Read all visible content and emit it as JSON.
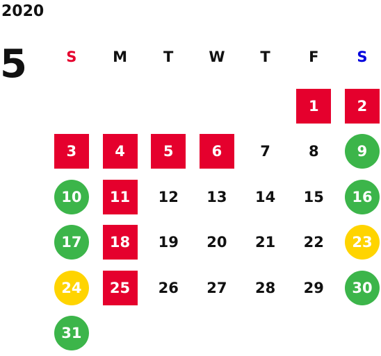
{
  "calendar": {
    "year": "2020",
    "month": "5",
    "weekdays": [
      {
        "label": "S",
        "color": "#e5002d"
      },
      {
        "label": "M",
        "color": "#111111"
      },
      {
        "label": "T",
        "color": "#111111"
      },
      {
        "label": "W",
        "color": "#111111"
      },
      {
        "label": "T",
        "color": "#111111"
      },
      {
        "label": "F",
        "color": "#111111"
      },
      {
        "label": "S",
        "color": "#0000dd"
      }
    ],
    "first_weekday_index": 5,
    "days": [
      {
        "label": "1",
        "style": "red"
      },
      {
        "label": "2",
        "style": "red"
      },
      {
        "label": "3",
        "style": "red"
      },
      {
        "label": "4",
        "style": "red"
      },
      {
        "label": "5",
        "style": "red"
      },
      {
        "label": "6",
        "style": "red"
      },
      {
        "label": "7",
        "style": "plain"
      },
      {
        "label": "8",
        "style": "plain"
      },
      {
        "label": "9",
        "style": "green"
      },
      {
        "label": "10",
        "style": "green"
      },
      {
        "label": "11",
        "style": "red"
      },
      {
        "label": "12",
        "style": "plain"
      },
      {
        "label": "13",
        "style": "plain"
      },
      {
        "label": "14",
        "style": "plain"
      },
      {
        "label": "15",
        "style": "plain"
      },
      {
        "label": "16",
        "style": "green"
      },
      {
        "label": "17",
        "style": "green"
      },
      {
        "label": "18",
        "style": "red"
      },
      {
        "label": "19",
        "style": "plain"
      },
      {
        "label": "20",
        "style": "plain"
      },
      {
        "label": "21",
        "style": "plain"
      },
      {
        "label": "22",
        "style": "plain"
      },
      {
        "label": "23",
        "style": "yellow"
      },
      {
        "label": "24",
        "style": "yellow"
      },
      {
        "label": "25",
        "style": "red"
      },
      {
        "label": "26",
        "style": "plain"
      },
      {
        "label": "27",
        "style": "plain"
      },
      {
        "label": "28",
        "style": "plain"
      },
      {
        "label": "29",
        "style": "plain"
      },
      {
        "label": "30",
        "style": "green"
      },
      {
        "label": "31",
        "style": "green"
      }
    ]
  },
  "colors": {
    "red_box": "#e5002d",
    "green_circle": "#3cb54a",
    "yellow_circle": "#ffd400",
    "sunday": "#e5002d",
    "saturday": "#0000dd"
  }
}
